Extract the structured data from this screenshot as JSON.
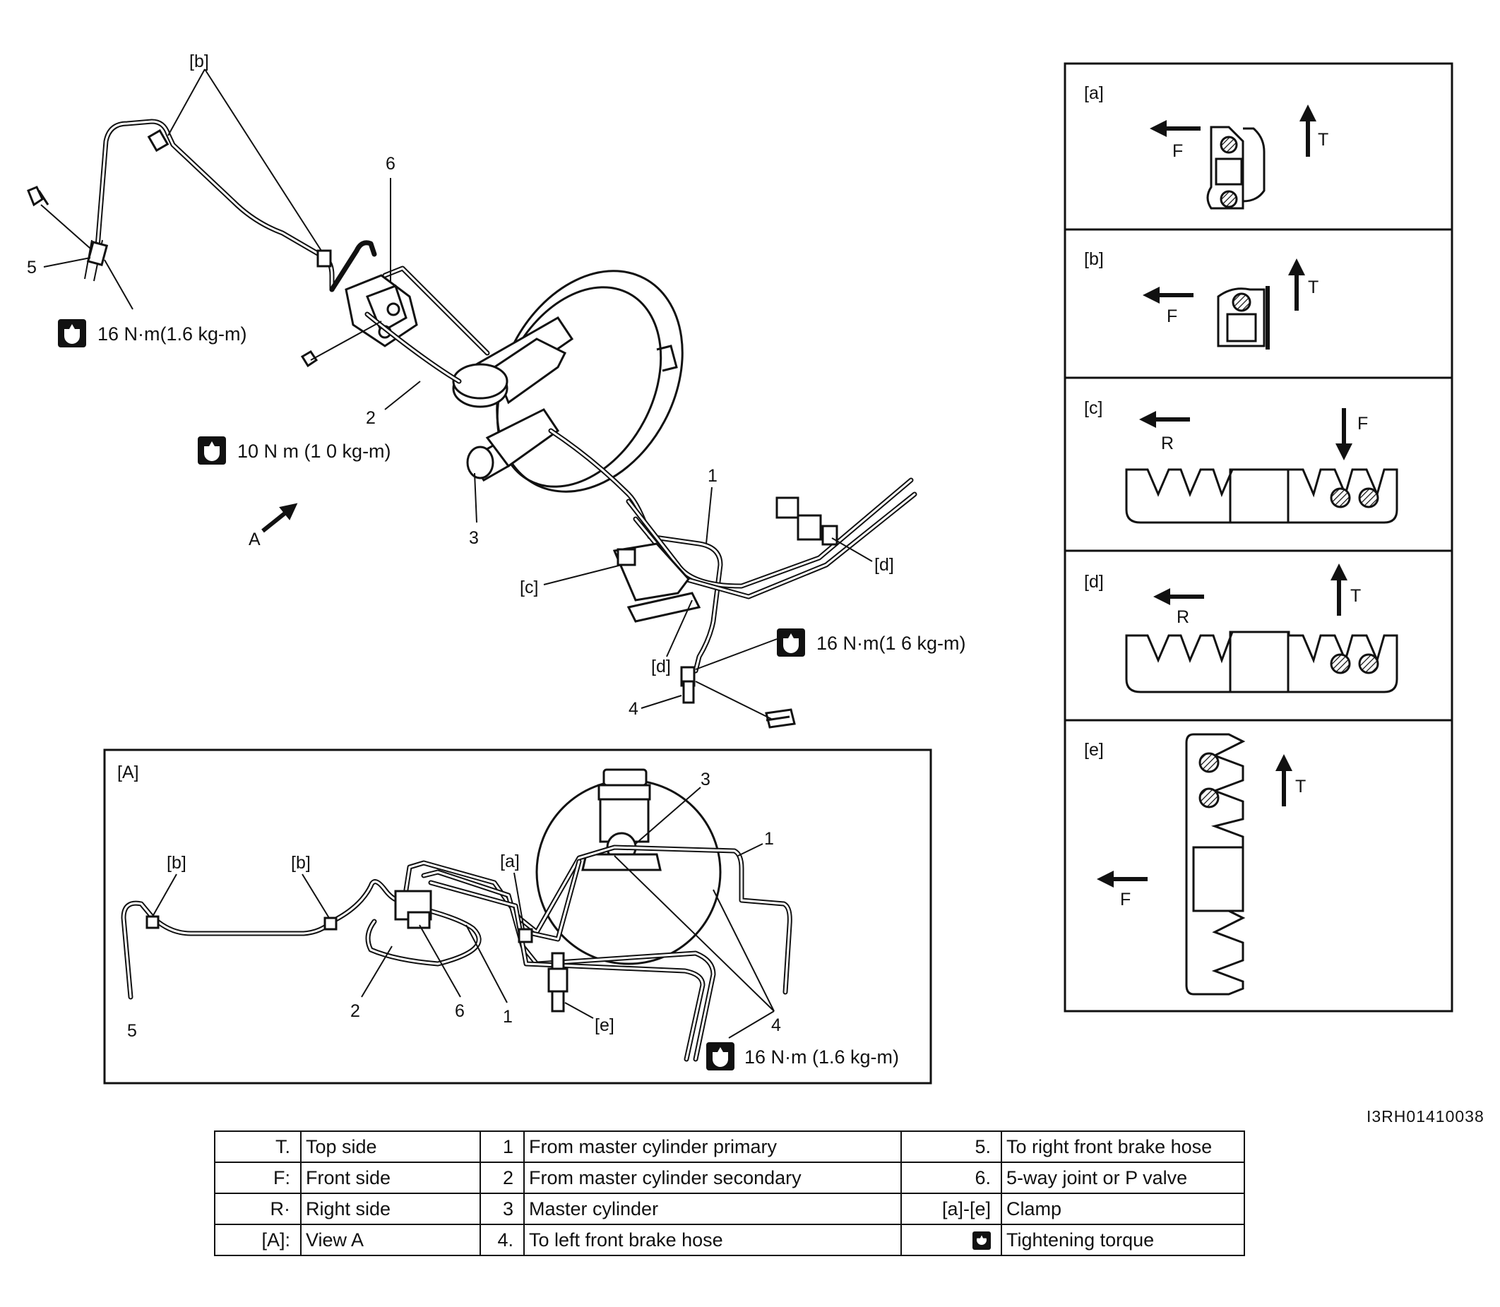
{
  "diagram": {
    "part_labels": {
      "b_top": "[b]",
      "six_top": "6",
      "five_top": "5",
      "two_top": "2",
      "three_top": "3",
      "one_top": "1",
      "c_top": "[c]",
      "d_top_right": "[d]",
      "d_top_low": "[d]",
      "four_top": "4",
      "view_arrow": "A"
    },
    "torque_labels": {
      "t1": "16 N·m(1.6 kg-m)",
      "t2": "10 N m (1 0 kg-m)",
      "t3": "16 N·m(1 6 kg-m)",
      "t4": "16 N·m (1.6 kg-m)"
    },
    "view_a": {
      "title": "[A]",
      "labels": {
        "b1": "[b]",
        "b2": "[b]",
        "a": "[a]",
        "three": "3",
        "one_right": "1",
        "five": "5",
        "two": "2",
        "six": "6",
        "one_low": "1",
        "e": "[e]",
        "four": "4"
      }
    },
    "clamp_panels": [
      {
        "id": "[a]",
        "arrow_left": "F",
        "arrow_up": "T"
      },
      {
        "id": "[b]",
        "arrow_left": "F",
        "arrow_up": "T"
      },
      {
        "id": "[c]",
        "arrow_left": "R",
        "arrow_down": "F"
      },
      {
        "id": "[d]",
        "arrow_left": "R",
        "arrow_up": "T"
      },
      {
        "id": "[e]",
        "arrow_left": "F",
        "arrow_up": "T"
      }
    ],
    "figure_code": "I3RH01410038"
  },
  "legend": {
    "rows": [
      {
        "k1": "T.",
        "v1": "Top side",
        "k2": "1",
        "v2": "From master cylinder primary",
        "k3": "5.",
        "v3": "To right front brake hose"
      },
      {
        "k1": "F:",
        "v1": "Front side",
        "k2": "2",
        "v2": "From master cylinder secondary",
        "k3": "6.",
        "v3": "5-way joint or P valve"
      },
      {
        "k1": "R·",
        "v1": "Right side",
        "k2": "3",
        "v2": "Master cylinder",
        "k3": "[a]-[e]",
        "v3": "Clamp"
      },
      {
        "k1": "[A]:",
        "v1": "View A",
        "k2": "4.",
        "v2": "To left front brake hose",
        "k3": "",
        "v3": "Tightening torque",
        "k3_icon": "torque-wrench-icon"
      }
    ]
  }
}
